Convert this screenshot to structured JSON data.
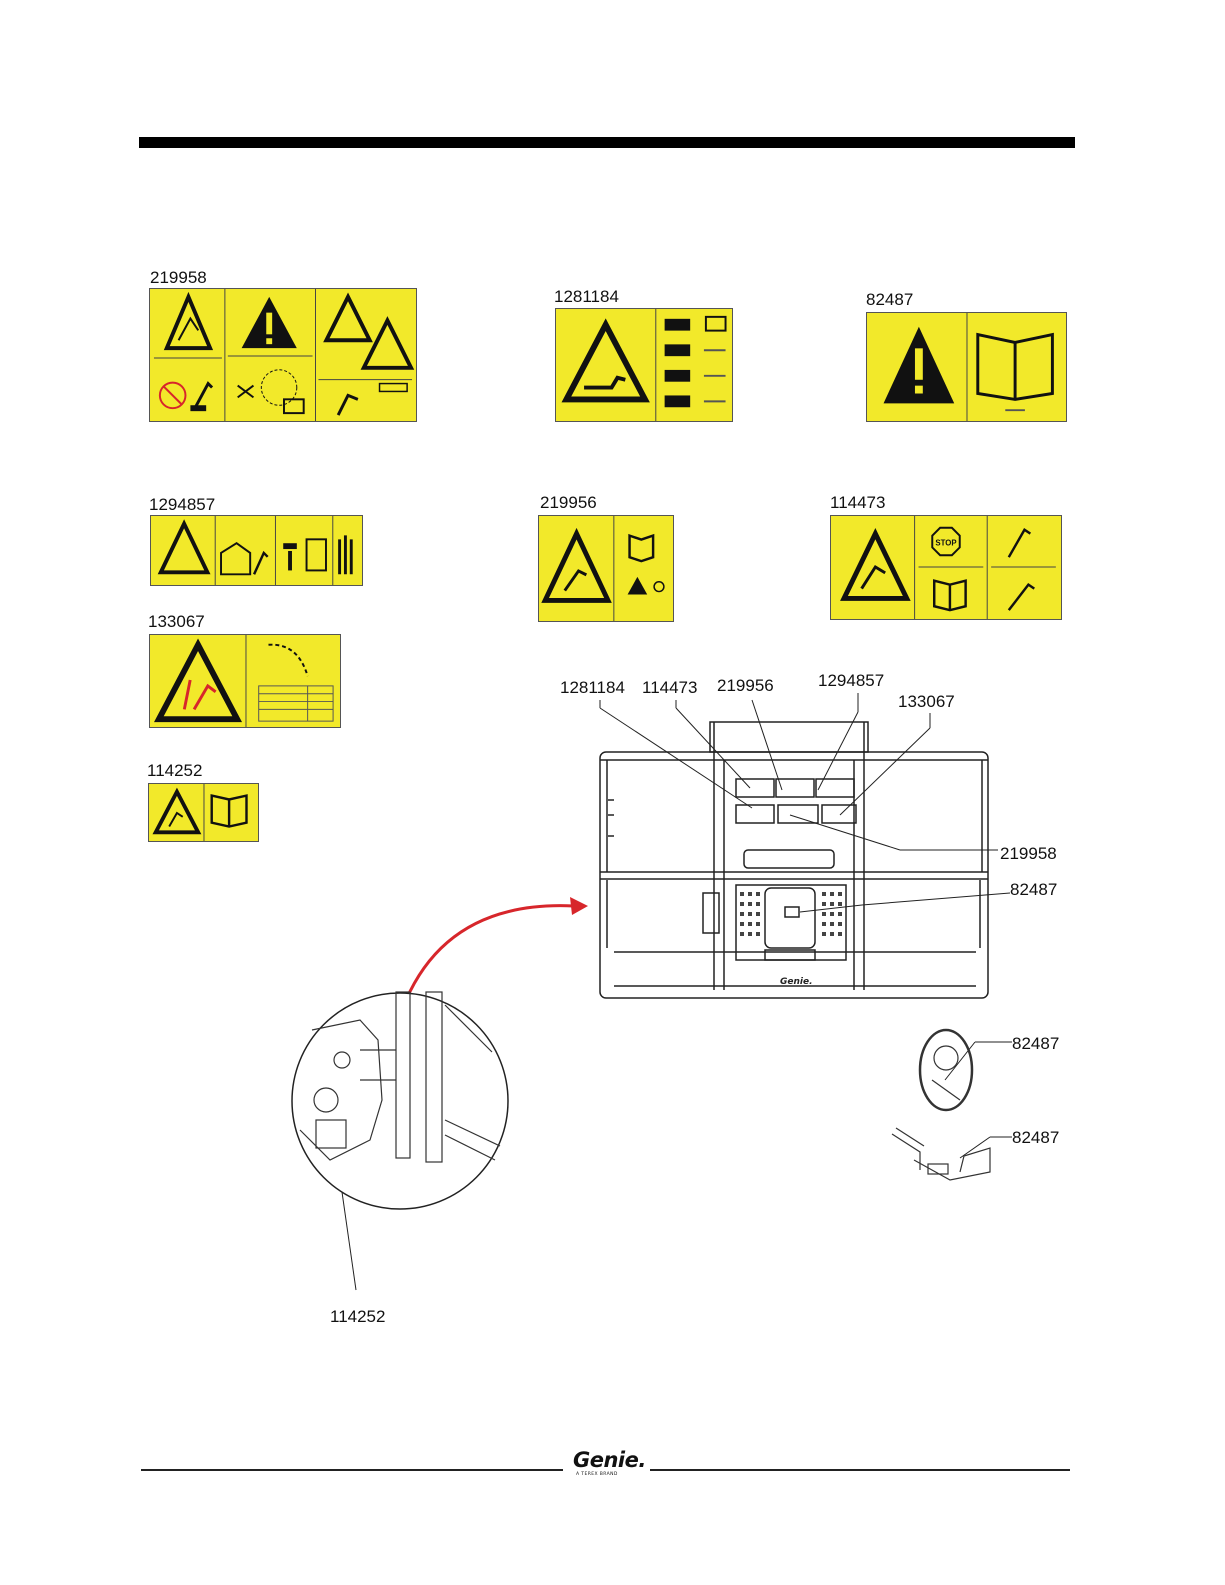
{
  "decals": [
    {
      "id": "219958"
    },
    {
      "id": "1281184"
    },
    {
      "id": "82487"
    },
    {
      "id": "1294857"
    },
    {
      "id": "219956"
    },
    {
      "id": "114473"
    },
    {
      "id": "133067"
    },
    {
      "id": "114252"
    }
  ],
  "callouts": {
    "top": [
      "1281184",
      "114473",
      "219956",
      "1294857",
      "133067"
    ],
    "right": [
      "219958",
      "82487"
    ],
    "detail_right": [
      "82487",
      "82487"
    ],
    "inset": "114252"
  },
  "decal_text": {
    "stop_sign": "STOP"
  },
  "footer": {
    "logo_word": "Genie.",
    "logo_tagline": "A TEREX BRAND"
  },
  "colors": {
    "decal_yellow": "#f2e92a",
    "arrow_red": "#d7262b",
    "rule_black": "#000000"
  }
}
